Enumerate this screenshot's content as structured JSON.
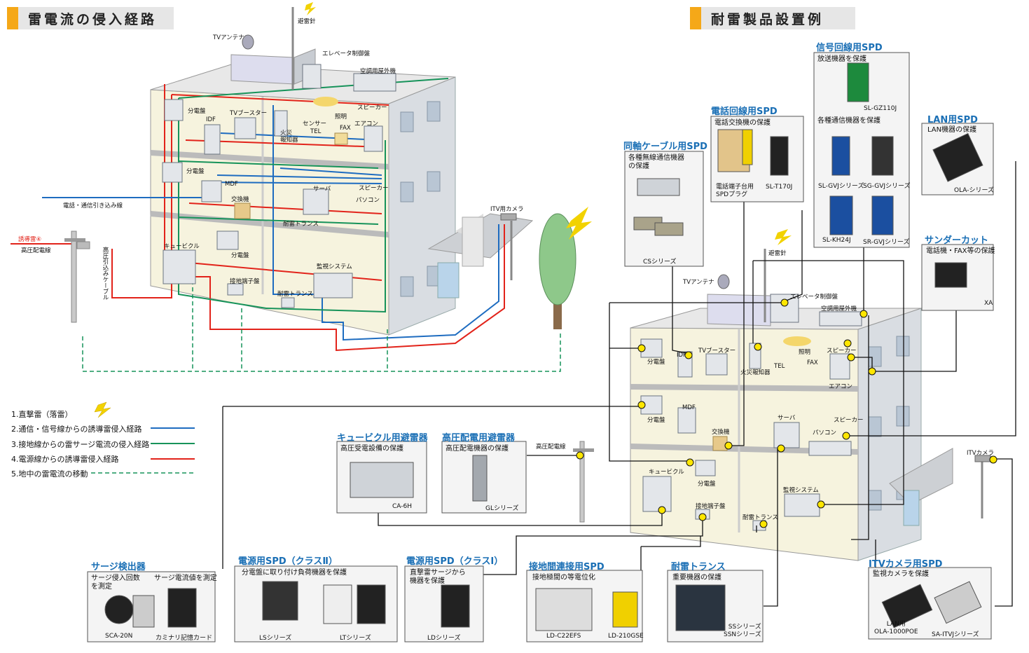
{
  "left_header": "雷電流の侵入経路",
  "right_header": "耐雷製品設置例",
  "left_labels": {
    "lightning_rod": "避雷針",
    "tv_antenna": "TVアンテナ",
    "elevator": "エレベータ制御盤",
    "ac_outdoor": "空調用屋外機",
    "lighting": "照明",
    "speaker": "スピーカー",
    "panel": "分電盤",
    "tv_booster": "TVブースター",
    "idf": "IDF",
    "sensor": "センサー",
    "fire_alarm": "火災\n報知器",
    "tel": "TEL",
    "fax": "FAX",
    "aircon": "エアコン",
    "mdf": "MDF",
    "exchange": "交換機",
    "server": "サーバ",
    "pc": "パソコン",
    "lightning_trans": "耐雷トランス",
    "cubicle": "キュービクル",
    "ground_terminal": "接地端子盤",
    "monitor": "監視システム",
    "itv_camera": "ITV用カメラ",
    "comm_line": "電話・通信引き込み線",
    "induced": "誘導雷④",
    "hv_line": "高圧配電線",
    "hv_cable": "高圧引込みケーブル"
  },
  "legend": [
    "1.直撃雷（落雷）",
    "2.通信・信号線からの誘導雷侵入経路",
    "3.接地線からの雷サージ電流の侵入経路",
    "4.電源線からの誘導雷侵入経路",
    "5.地中の雷電流の移動"
  ],
  "right_labels": {
    "lightning_rod": "避雷針",
    "tv_antenna": "TVアンテナ",
    "elevator": "エレベータ制御盤",
    "ac_outdoor": "空調用屋外機",
    "lighting": "照明",
    "speaker": "スピーカー",
    "panel": "分電盤",
    "idf": "IDF",
    "tv_booster": "TVブースター",
    "fire_alarm": "火災報知器",
    "tel": "TEL",
    "fax": "FAX",
    "aircon": "エアコン",
    "mdf": "MDF",
    "exchange": "交換機",
    "server": "サーバ",
    "pc": "パソコン",
    "cubicle": "キュービクル",
    "ground_terminal": "接地端子盤",
    "monitor": "監視システム",
    "lightning_trans": "耐雷トランス",
    "itv_camera": "ITVカメラ",
    "hv_line": "高圧配電線"
  },
  "products": {
    "coax": {
      "title": "同軸ケーブル用SPD",
      "desc": "各種無線通信機器\nの保護",
      "model": "CSシリーズ"
    },
    "phone": {
      "title": "電話回線用SPD",
      "desc": "電話交換機の保護",
      "model1": "電話端子台用\nSPDプラグ",
      "model2": "SL-T170J"
    },
    "signal": {
      "title": "信号回線用SPD",
      "desc1": "放送機器を保護",
      "model1": "SL-GZ110J",
      "desc2": "各種通信機器を保護",
      "model2": "SL-GVJシリーズ",
      "model3": "SG-GVJシリーズ",
      "model4": "SL-KH24J",
      "model5": "SR-GVJシリーズ"
    },
    "lan": {
      "title": "LAN用SPD",
      "desc": "LAN機器の保護",
      "model": "OLA-シリーズ"
    },
    "thunder": {
      "title": "サンダーカット",
      "desc": "電話機・FAX等の保護",
      "model": "XA"
    },
    "cubicle": {
      "title": "キュービクル用避雷器",
      "desc": "高圧受電設備の保護",
      "model": "CA-6H"
    },
    "hv": {
      "title": "高圧配電用避雷器",
      "desc": "高圧配電機器の保護",
      "model": "GLシリーズ"
    },
    "surge": {
      "title": "サージ検出器",
      "desc1": "サージ侵入回数\nを測定",
      "desc2": "サージ電流値を測定",
      "model1": "SCA-20N",
      "model2": "カミナリ記憶カード"
    },
    "power2": {
      "title": "電源用SPD（クラスⅡ）",
      "desc": "分電盤に取り付け負荷機器を保護",
      "model1": "LSシリーズ",
      "model2": "LTシリーズ"
    },
    "power1": {
      "title": "電源用SPD（クラスⅠ）",
      "desc": "直撃雷サージから\n機器を保護",
      "model": "LDシリーズ"
    },
    "ground": {
      "title": "接地間連接用SPD",
      "desc": "接地極間の等電位化",
      "model1": "LD-C22EFS",
      "model2": "LD-210GSE"
    },
    "trans": {
      "title": "耐雷トランス",
      "desc": "重要機器の保護",
      "model": "SSシリーズ\nSSNシリーズ"
    },
    "itv": {
      "title": "ITVカメラ用SPD",
      "desc": "監視カメラを保護",
      "model1": "LAN用\nOLA-1000POE",
      "model2": "SA-ITVJシリーズ"
    }
  },
  "colors": {
    "red": "#e2231a",
    "blue": "#1e6cc0",
    "green": "#17935a",
    "accent": "#f5a818",
    "title_blue": "#1a6fb5"
  }
}
